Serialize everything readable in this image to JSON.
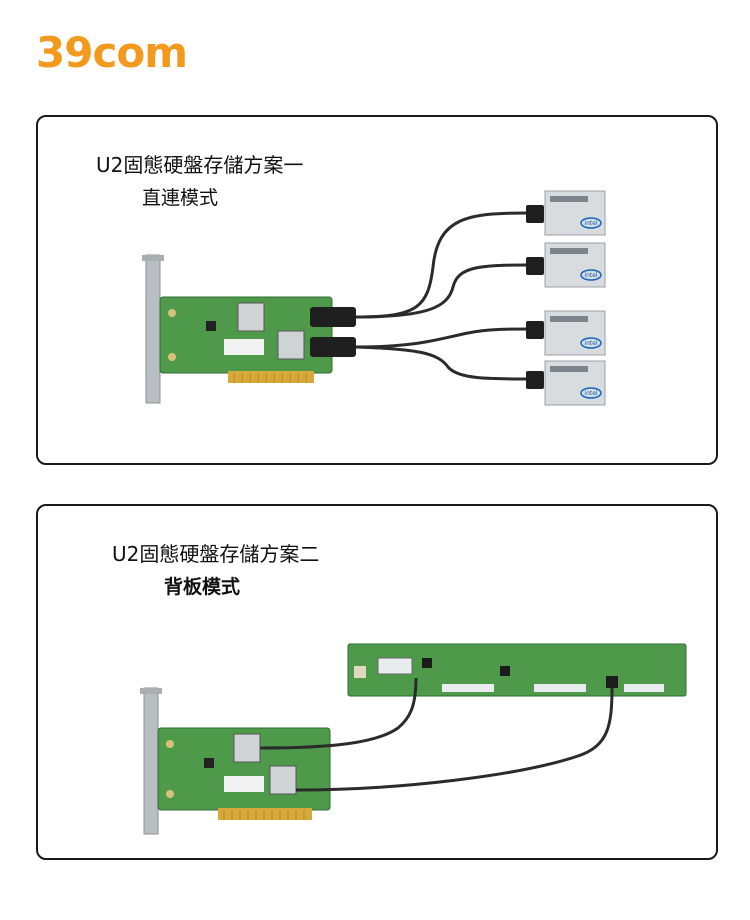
{
  "brand": {
    "logo_text": "39com",
    "logo_color": "#F39A1E"
  },
  "solution_1": {
    "title": "U2固態硬盤存儲方案一",
    "subtitle": "直連模式",
    "ssd_brand": "intel"
  },
  "solution_2": {
    "title": "U2固態硬盤存儲方案二",
    "subtitle": "背板模式"
  },
  "colors": {
    "pcb_green": "#4e9a4a",
    "pcb_dark": "#2f6e33",
    "gold": "#d6a93a",
    "bracket": "#b9bec3",
    "cable": "#2b2b2b",
    "ssd_body": "#d9dcdf",
    "intel_blue": "#1565c0"
  }
}
